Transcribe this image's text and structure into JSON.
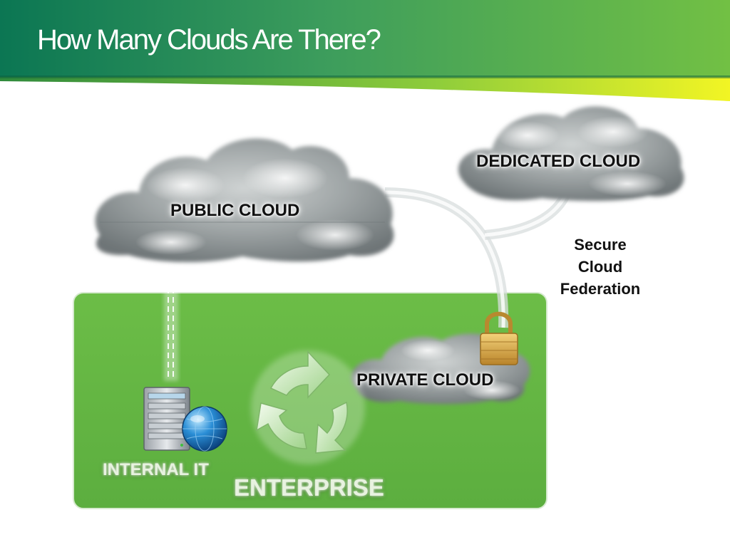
{
  "slide": {
    "title": "How Many Clouds Are There?"
  },
  "clouds": {
    "public": "PUBLIC CLOUD",
    "dedicated": "DEDICATED CLOUD",
    "private": "PRIVATE CLOUD"
  },
  "labels": {
    "federation": [
      "Secure",
      "Cloud",
      "Federation"
    ],
    "internal_it": "INTERNAL IT",
    "enterprise": "ENTERPRISE"
  },
  "colors": {
    "header_dark": "#0e7f55",
    "header_light": "#6abd45",
    "stripe_yellow": "#eef22a",
    "enterprise_green": "#66b844",
    "cloud_gray": "#8e9496",
    "lock_gold": "#d8a63c"
  },
  "icons": {
    "server": "server-icon",
    "globe": "globe-icon",
    "cycle": "refresh-cycle-icon",
    "lock": "padlock-icon"
  }
}
